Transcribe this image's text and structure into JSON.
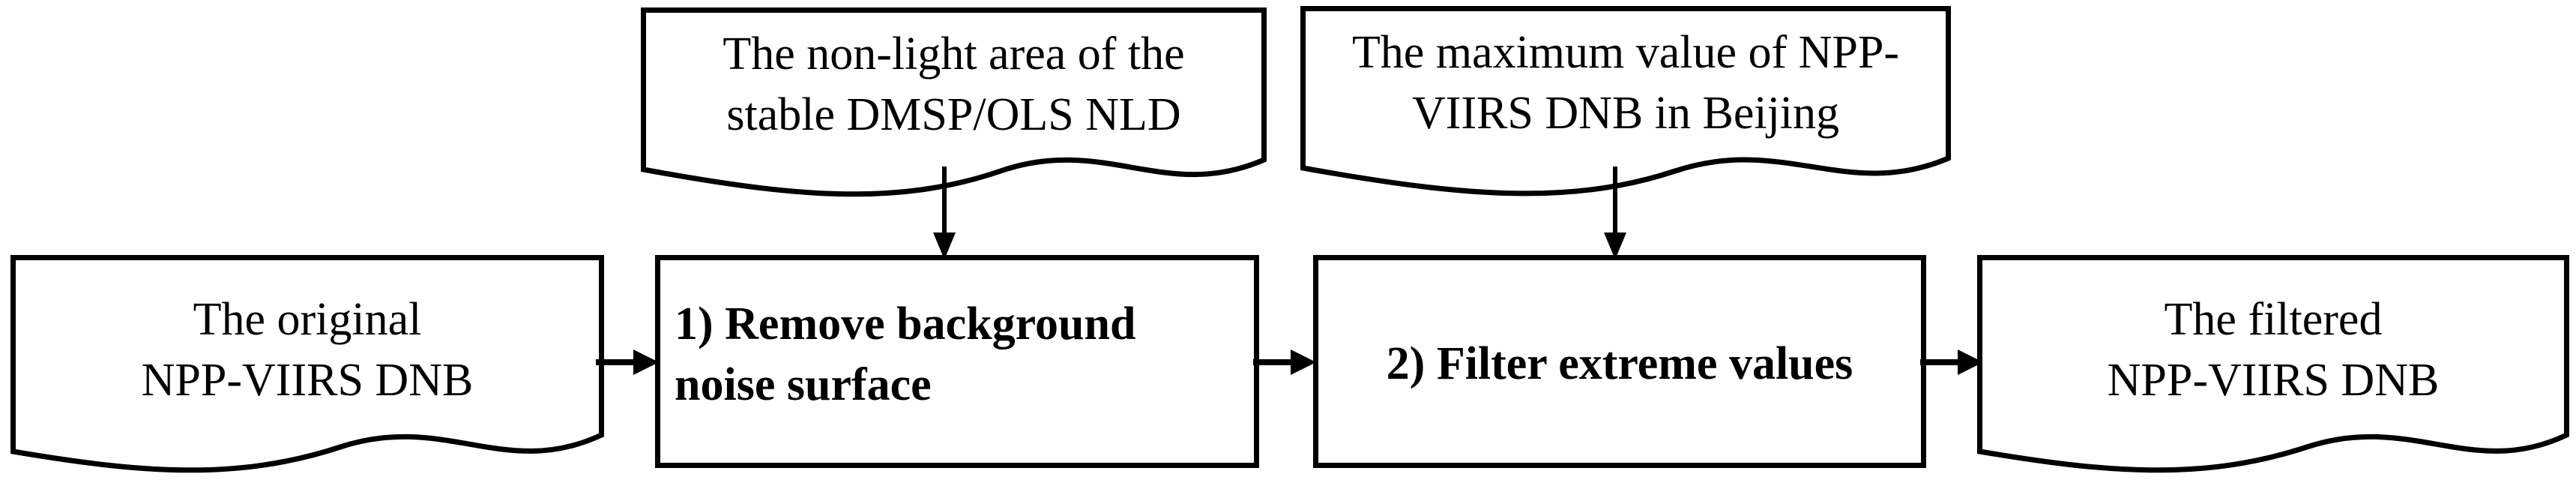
{
  "diagram": {
    "title": "NPP-VIIRS DNB preprocessing flowchart",
    "stroke_color": "#000000",
    "fill_color": "#FFFFFF",
    "background_color": "#FFFFFF",
    "stroke_width": 7
  },
  "nodes": {
    "input_document": {
      "shape": "document",
      "label": "The original\nNPP-VIIRS DNB"
    },
    "aux_document_1": {
      "shape": "document",
      "label": "The non-light area of the\nstable DMSP/OLS NLD"
    },
    "aux_document_2": {
      "shape": "document",
      "label": "The maximum value of NPP-\nVIIRS DNB in Beijing"
    },
    "process_step_1": {
      "shape": "process",
      "label": "1) Remove background\n    noise surface"
    },
    "process_step_2": {
      "shape": "process",
      "label": "2) Filter extreme values"
    },
    "output_document": {
      "shape": "document",
      "label": "The filtered\nNPP-VIIRS DNB"
    }
  },
  "connectors": [
    {
      "name": "input-to-step1",
      "direction": "right"
    },
    {
      "name": "aux1-to-step1",
      "direction": "down"
    },
    {
      "name": "step1-to-step2",
      "direction": "right"
    },
    {
      "name": "aux2-to-step2",
      "direction": "down"
    },
    {
      "name": "step2-to-output",
      "direction": "right"
    }
  ]
}
